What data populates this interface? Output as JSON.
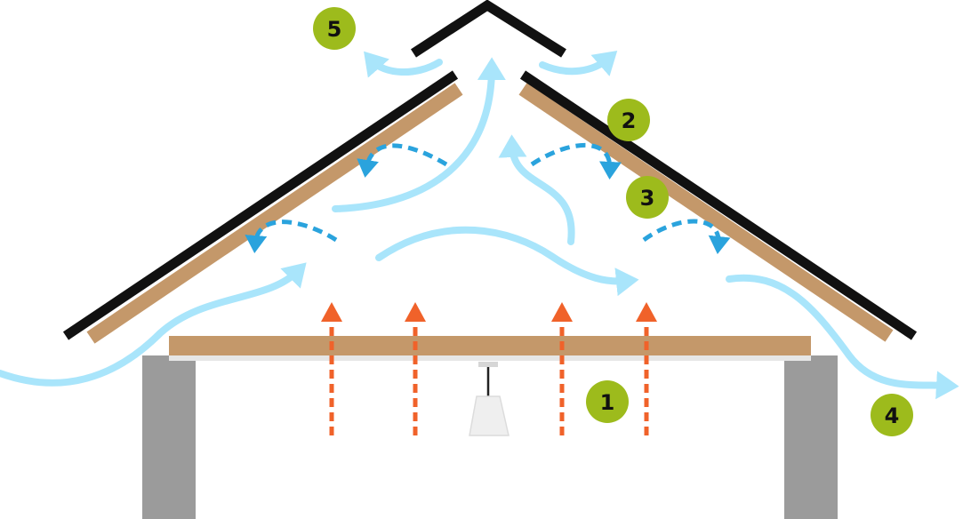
{
  "diagram": {
    "colors": {
      "roof_shingle": "#111111",
      "roof_deck": "#c4986a",
      "ceiling_joist": "#c4986a",
      "wall": "#9b9b9b",
      "airflow": "#a9e5fb",
      "moisture_flow": "#2aa3dd",
      "heat_flow": "#f0622a",
      "badge": "#9dbb1c"
    },
    "icons": [
      "ceiling-lamp-icon"
    ],
    "badges": [
      {
        "label": "1"
      },
      {
        "label": "2"
      },
      {
        "label": "3"
      },
      {
        "label": "4"
      },
      {
        "label": "5"
      }
    ]
  }
}
